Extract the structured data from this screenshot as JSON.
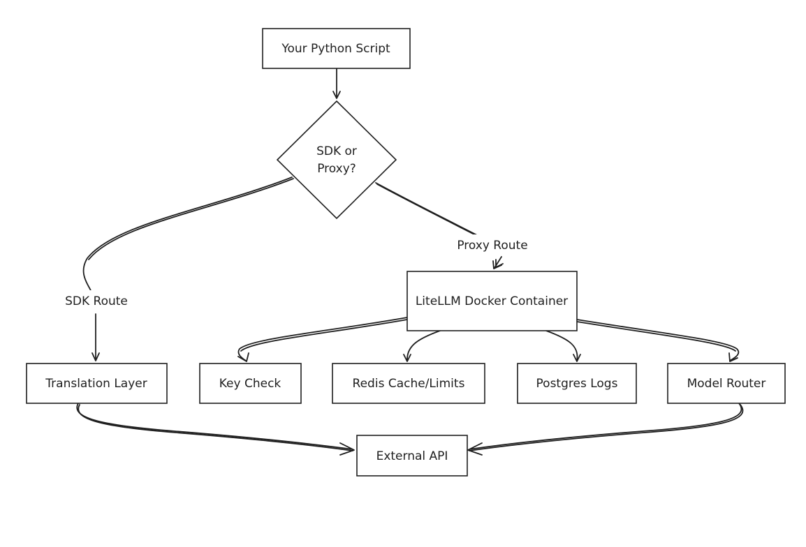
{
  "nodes": {
    "python_script": "Your Python Script",
    "decision_line1": "SDK or",
    "decision_line2": "Proxy?",
    "docker_container": "LiteLLM Docker Container",
    "translation_layer": "Translation Layer",
    "key_check": "Key Check",
    "redis": "Redis Cache/Limits",
    "postgres": "Postgres Logs",
    "model_router": "Model Router",
    "external_api": "External API"
  },
  "edges": {
    "sdk_route": "SDK Route",
    "proxy_route": "Proxy Route"
  },
  "colors": {
    "stroke": "#1e1e1e",
    "background": "#ffffff"
  }
}
